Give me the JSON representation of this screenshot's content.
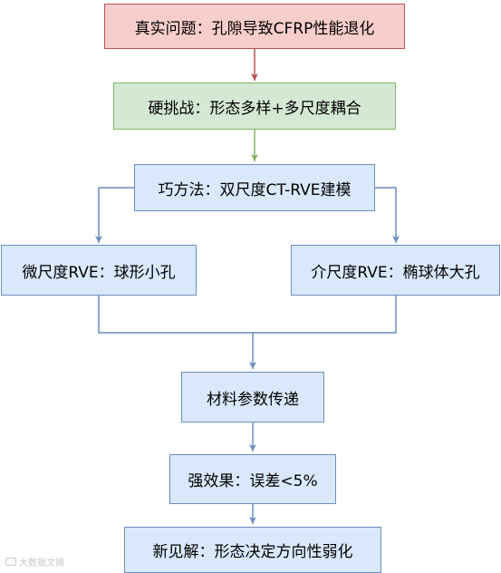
{
  "nodes": {
    "problem": "真实问题：孔隙导致CFRP性能退化",
    "challenge": "硬挑战：形态多样+多尺度耦合",
    "method": "巧方法：双尺度CT-RVE建模",
    "micro": "微尺度RVE：球形小孔",
    "meso": "介尺度RVE：椭球体大孔",
    "transfer": "材料参数传递",
    "effect": "强效果：误差<5%",
    "insight": "新见解：形态决定方向性弱化"
  },
  "watermark": "大数据文摘",
  "colors": {
    "red_fill": "#f8cecc",
    "red_stroke": "#b85450",
    "green_fill": "#d5e8d4",
    "green_stroke": "#82b366",
    "blue_fill": "#dae8fc",
    "blue_stroke": "#6c8ebf"
  }
}
